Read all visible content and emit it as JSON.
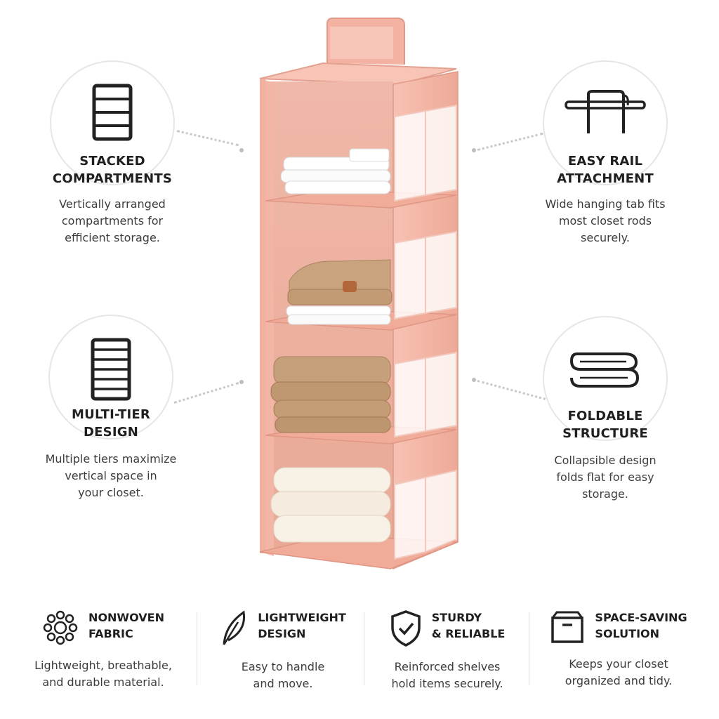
{
  "features_left": [
    {
      "title": "STACKED\nCOMPARTMENTS",
      "desc": "Vertically arranged\ncompartments for\nefficient storage.",
      "icon": "stacked-compartments-icon"
    },
    {
      "title": "MULTI-TIER\nDESIGN",
      "desc": "Multiple tiers maximize\nvertical space in\nyour closet.",
      "icon": "multi-tier-icon"
    }
  ],
  "features_right": [
    {
      "title": "EASY RAIL\nATTACHMENT",
      "desc": "Wide hanging tab fits\nmost closet rods\nsecurely.",
      "icon": "rail-hanger-icon"
    },
    {
      "title": "FOLDABLE\nSTRUCTURE",
      "desc": "Collapsible design\nfolds flat for easy\nstorage.",
      "icon": "folded-fabric-icon"
    }
  ],
  "bottom_features": [
    {
      "title": "NONWOVEN\nFABRIC",
      "desc": "Lightweight, breathable,\nand durable material.",
      "icon": "fabric-texture-icon"
    },
    {
      "title": "LIGHTWEIGHT\nDESIGN",
      "desc": "Easy to handle\nand move.",
      "icon": "feather-icon"
    },
    {
      "title": "STURDY\n& RELIABLE",
      "desc": "Reinforced shelves\nhold items securely.",
      "icon": "shield-check-icon"
    },
    {
      "title": "SPACE-SAVING\nSOLUTION",
      "desc": "Keeps your closet\norganized and tidy.",
      "icon": "storage-box-icon"
    }
  ],
  "colors": {
    "organizer": "#f4b6a6",
    "organizer_dark": "#e9a08e",
    "text": "#1f1f1f"
  }
}
